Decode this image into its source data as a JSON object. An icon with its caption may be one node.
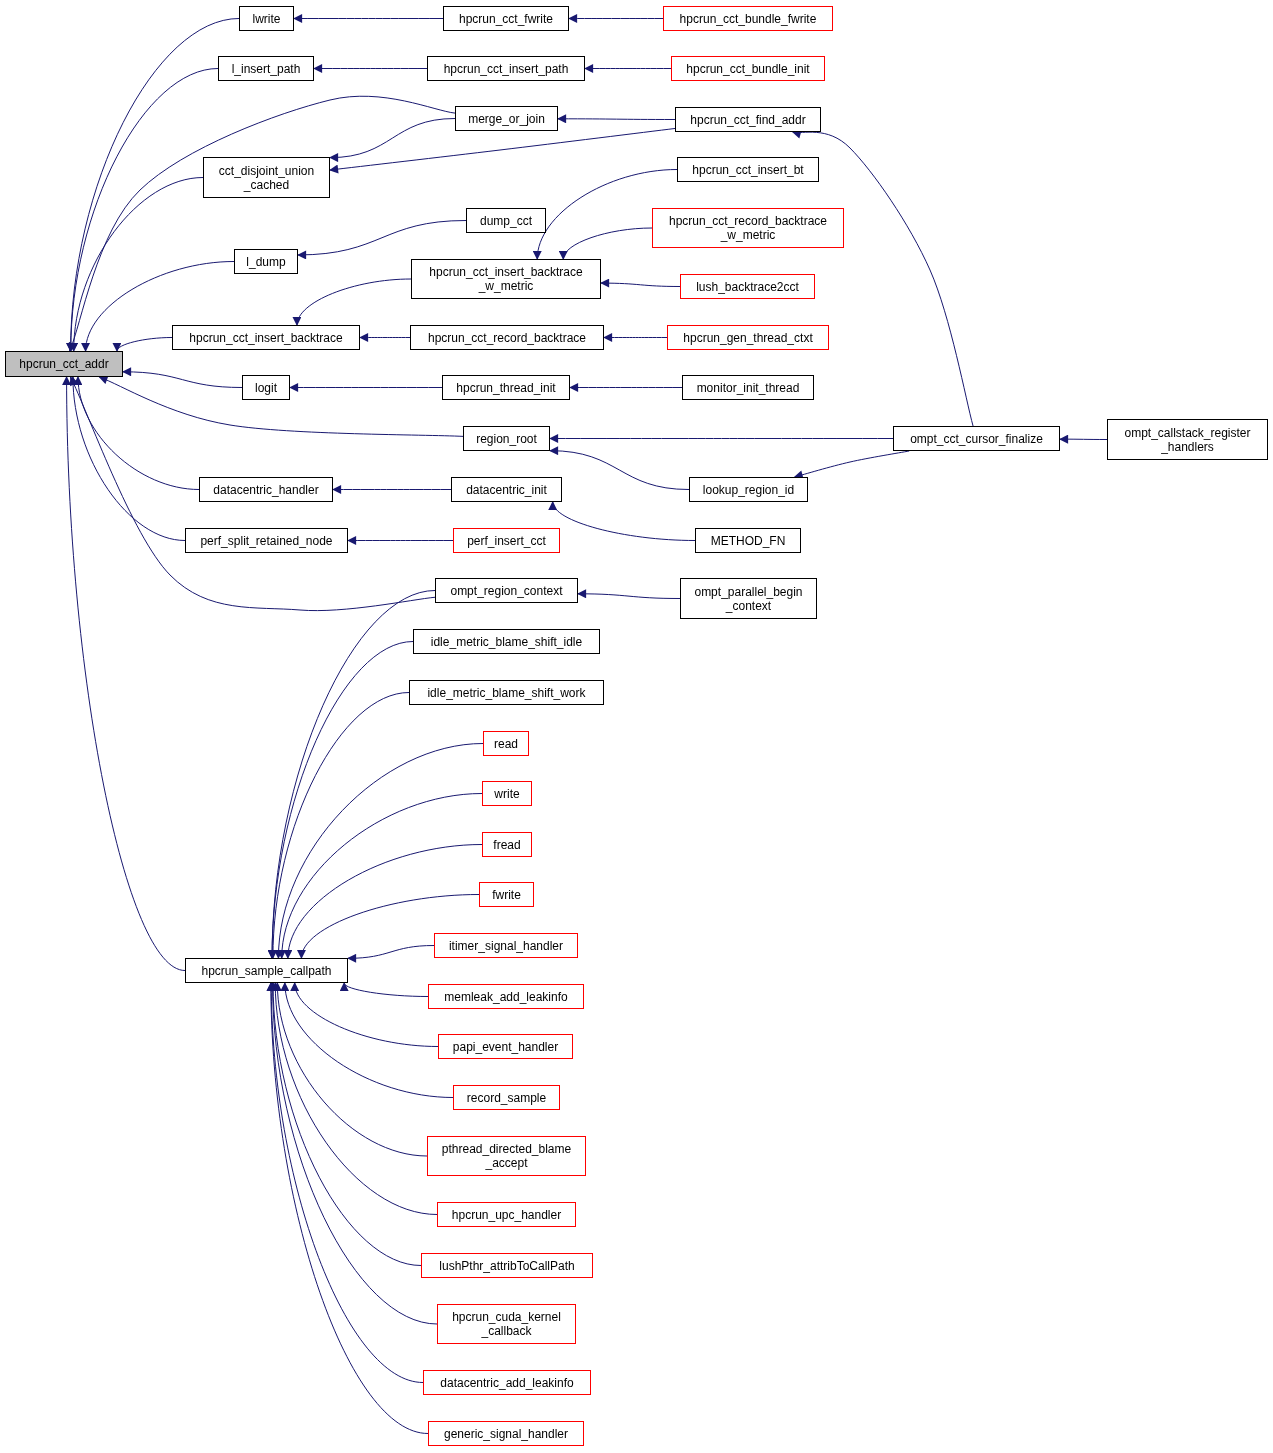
{
  "diagram": {
    "nodes": [
      {
        "text": [
          "hpcrun_cct_addr"
        ]
      },
      {
        "text": [
          "lwrite"
        ]
      },
      {
        "text": [
          "l_insert_path"
        ]
      },
      {
        "text": [
          "cct_disjoint_union _cached"
        ]
      },
      {
        "text": [
          "l_dump"
        ]
      },
      {
        "text": [
          "hpcrun_cct_insert_backtrace"
        ]
      },
      {
        "text": [
          "logit"
        ]
      },
      {
        "text": [
          "datacentric_handler"
        ]
      },
      {
        "text": [
          "perf_split_retained_node"
        ]
      },
      {
        "text": [
          "hpcrun_sample_callpath"
        ]
      },
      {
        "text": [
          "hpcrun_cct_fwrite"
        ]
      },
      {
        "text": [
          "hpcrun_cct_insert_path"
        ]
      },
      {
        "text": [
          "merge_or_join"
        ]
      },
      {
        "text": [
          "dump_cct"
        ]
      },
      {
        "text": [
          "hpcrun_cct_insert_backtrace _w_metric"
        ]
      },
      {
        "text": [
          "hpcrun_cct_record_backtrace"
        ]
      },
      {
        "text": [
          "hpcrun_thread_init"
        ]
      },
      {
        "text": [
          "region_root"
        ]
      },
      {
        "text": [
          "datacentric_init"
        ]
      },
      {
        "text": [
          "perf_insert_cct"
        ]
      },
      {
        "text": [
          "ompt_region_context"
        ]
      },
      {
        "text": [
          "idle_metric_blame_shift_idle"
        ]
      },
      {
        "text": [
          "idle_metric_blame_shift_work"
        ]
      },
      {
        "text": [
          "read"
        ]
      },
      {
        "text": [
          "write"
        ]
      },
      {
        "text": [
          "fread"
        ]
      },
      {
        "text": [
          "fwrite"
        ]
      },
      {
        "text": [
          "itimer_signal_handler"
        ]
      },
      {
        "text": [
          "memleak_add_leakinfo"
        ]
      },
      {
        "text": [
          "papi_event_handler"
        ]
      },
      {
        "text": [
          "record_sample"
        ]
      },
      {
        "text": [
          "pthread_directed_blame _accept"
        ]
      },
      {
        "text": [
          "hpcrun_upc_handler"
        ]
      },
      {
        "text": [
          "lushPthr_attribToCallPath"
        ]
      },
      {
        "text": [
          "hpcrun_cuda_kernel _callback"
        ]
      },
      {
        "text": [
          "datacentric_add_leakinfo"
        ]
      },
      {
        "text": [
          "generic_signal_handler"
        ]
      },
      {
        "text": [
          "hpcrun_cct_bundle_fwrite"
        ]
      },
      {
        "text": [
          "hpcrun_cct_bundle_init"
        ]
      },
      {
        "text": [
          "hpcrun_cct_find_addr"
        ]
      },
      {
        "text": [
          "hpcrun_cct_insert_bt"
        ]
      },
      {
        "text": [
          "hpcrun_cct_record_backtrace _w_metric"
        ]
      },
      {
        "text": [
          "lush_backtrace2cct"
        ]
      },
      {
        "text": [
          "hpcrun_gen_thread_ctxt"
        ]
      },
      {
        "text": [
          "monitor_init_thread"
        ]
      },
      {
        "text": [
          "lookup_region_id"
        ]
      },
      {
        "text": [
          "METHOD_FN"
        ]
      },
      {
        "text": [
          "ompt_parallel_begin _context"
        ]
      },
      {
        "text": [
          "ompt_cct_cursor_finalize"
        ]
      },
      {
        "text": [
          "ompt_callstack_register _handlers"
        ]
      }
    ],
    "edges": [
      {
        "from": 1,
        "to": 0,
        "arrow": "to"
      },
      {
        "from": 2,
        "to": 0,
        "arrow": "to"
      },
      {
        "from": 12,
        "to": 0,
        "arrow": "to"
      },
      {
        "from": 3,
        "to": 0,
        "arrow": "to"
      },
      {
        "from": 4,
        "to": 0,
        "arrow": "to"
      },
      {
        "from": 5,
        "to": 0,
        "arrow": "to"
      },
      {
        "from": 6,
        "to": 0,
        "arrow": "to"
      },
      {
        "from": 17,
        "to": 0,
        "arrow": "to"
      },
      {
        "from": 7,
        "to": 0,
        "arrow": "to"
      },
      {
        "from": 8,
        "to": 0,
        "arrow": "to"
      },
      {
        "from": 20,
        "to": 0,
        "arrow": "to"
      },
      {
        "from": 9,
        "to": 0,
        "arrow": "to"
      },
      {
        "from": 10,
        "to": 1,
        "arrow": "to"
      },
      {
        "from": 11,
        "to": 2,
        "arrow": "to"
      },
      {
        "from": 12,
        "to": 3,
        "arrow": "to"
      },
      {
        "from": 39,
        "to": 3,
        "arrow": "to"
      },
      {
        "from": 13,
        "to": 4,
        "arrow": "to"
      },
      {
        "from": 14,
        "to": 5,
        "arrow": "to"
      },
      {
        "from": 15,
        "to": 5,
        "arrow": "to"
      },
      {
        "from": 16,
        "to": 6,
        "arrow": "to"
      },
      {
        "from": 18,
        "to": 7,
        "arrow": "to"
      },
      {
        "from": 19,
        "to": 8,
        "arrow": "to"
      },
      {
        "from": 20,
        "to": 9,
        "arrow": "to"
      },
      {
        "from": 21,
        "to": 9,
        "arrow": "to"
      },
      {
        "from": 22,
        "to": 9,
        "arrow": "to"
      },
      {
        "from": 23,
        "to": 9,
        "arrow": "to"
      },
      {
        "from": 24,
        "to": 9,
        "arrow": "to"
      },
      {
        "from": 25,
        "to": 9,
        "arrow": "to"
      },
      {
        "from": 26,
        "to": 9,
        "arrow": "to"
      },
      {
        "from": 27,
        "to": 9,
        "arrow": "to"
      },
      {
        "from": 28,
        "to": 9,
        "arrow": "to"
      },
      {
        "from": 29,
        "to": 9,
        "arrow": "to"
      },
      {
        "from": 30,
        "to": 9,
        "arrow": "to"
      },
      {
        "from": 31,
        "to": 9,
        "arrow": "to"
      },
      {
        "from": 32,
        "to": 9,
        "arrow": "to"
      },
      {
        "from": 33,
        "to": 9,
        "arrow": "to"
      },
      {
        "from": 34,
        "to": 9,
        "arrow": "to"
      },
      {
        "from": 35,
        "to": 9,
        "arrow": "to"
      },
      {
        "from": 36,
        "to": 9,
        "arrow": "to"
      },
      {
        "from": 37,
        "to": 10,
        "arrow": "to"
      },
      {
        "from": 38,
        "to": 11,
        "arrow": "to"
      },
      {
        "from": 39,
        "to": 12,
        "arrow": "to"
      },
      {
        "from": 40,
        "to": 14,
        "arrow": "to"
      },
      {
        "from": 41,
        "to": 14,
        "arrow": "to"
      },
      {
        "from": 42,
        "to": 14,
        "arrow": "to"
      },
      {
        "from": 43,
        "to": 15,
        "arrow": "to"
      },
      {
        "from": 44,
        "to": 16,
        "arrow": "to"
      },
      {
        "from": 48,
        "to": 17,
        "arrow": "to"
      },
      {
        "from": 45,
        "to": 17,
        "arrow": "to"
      },
      {
        "from": 46,
        "to": 18,
        "arrow": "to"
      },
      {
        "from": 47,
        "to": 20,
        "arrow": "to"
      },
      {
        "from": 48,
        "to": 39,
        "arrow": "to"
      },
      {
        "from": 48,
        "to": 45,
        "arrow": "to"
      },
      {
        "from": 49,
        "to": 48,
        "arrow": "to"
      }
    ]
  }
}
